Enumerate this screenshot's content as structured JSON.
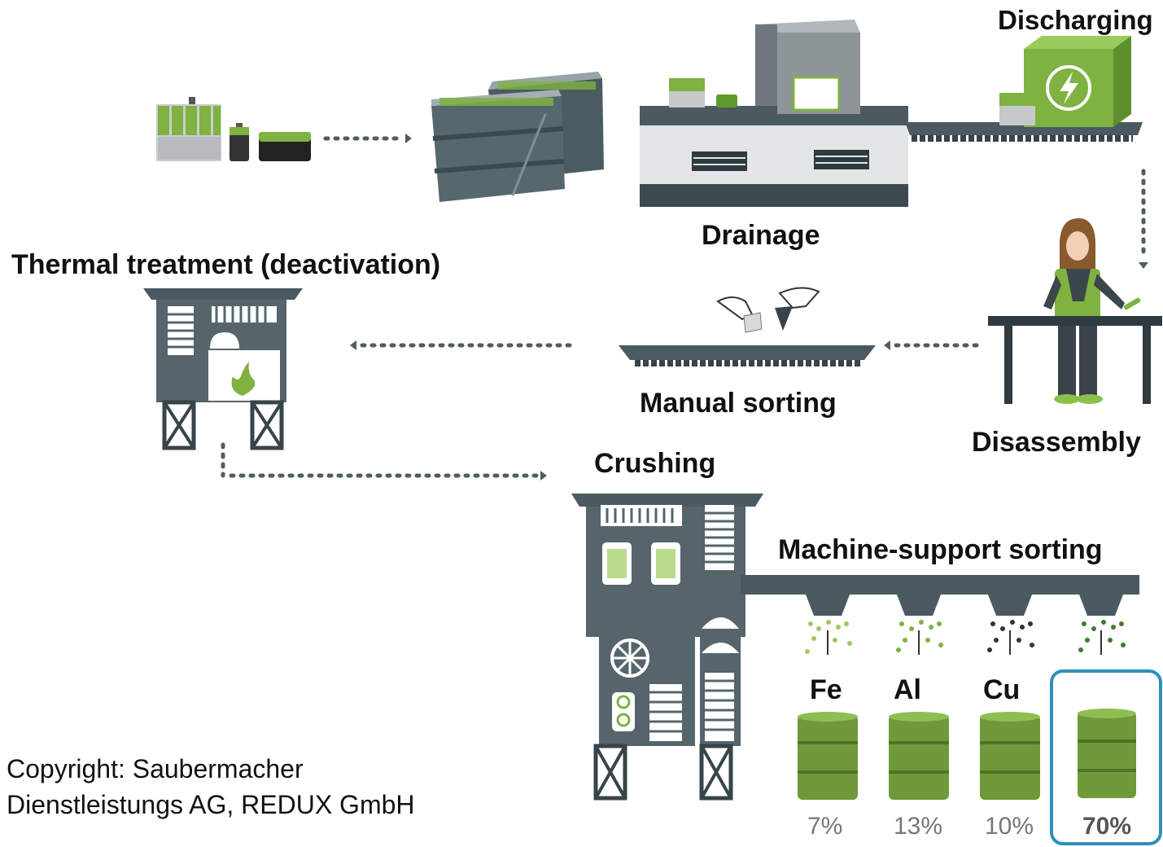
{
  "stages": {
    "discharging": "Discharging",
    "drainage": "Drainage",
    "thermal": "Thermal treatment (deactivation)",
    "manual_sorting": "Manual sorting",
    "disassembly": "Disassembly",
    "crushing": "Crushing",
    "machine_sorting": "Machine-support sorting"
  },
  "outputs": [
    {
      "material": "Fe",
      "percent": "7%"
    },
    {
      "material": "Al",
      "percent": "13%"
    },
    {
      "material": "Cu",
      "percent": "10%"
    },
    {
      "material": "",
      "percent": "70%"
    }
  ],
  "copyright": {
    "line1": "Copyright: Saubermacher",
    "line2": "Dienstleistungs AG, REDUX GmbH"
  },
  "colors": {
    "machine": "#4f5d63",
    "machine_dark": "#37444a",
    "accent_green": "#7fb241",
    "barrel_green": "#6f9a3a",
    "highlight_border": "#2f8fbd"
  }
}
